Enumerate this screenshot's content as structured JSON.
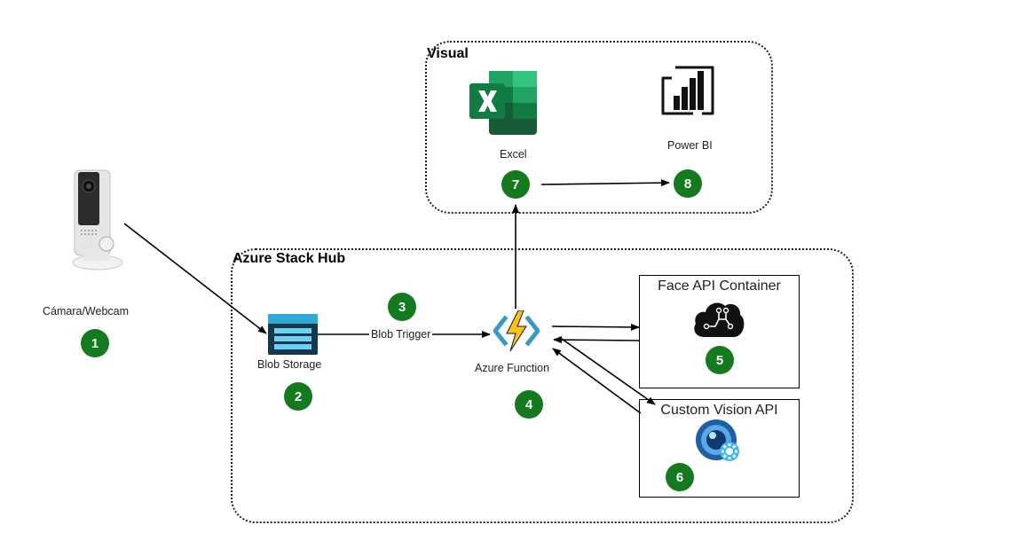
{
  "groups": {
    "visual": {
      "title": "Visual"
    },
    "azure_stack_hub": {
      "title": "Azure Stack Hub"
    }
  },
  "components": {
    "camera": {
      "label": "Cámara/Webcam",
      "icon": "webcam-icon",
      "step": "1"
    },
    "blob_storage": {
      "label": "Blob Storage",
      "icon": "blob-storage-icon",
      "step": "2"
    },
    "blob_trigger": {
      "label": "Blob Trigger",
      "step": "3"
    },
    "azure_function": {
      "label": "Azure Function",
      "icon": "azure-function-icon",
      "step": "4"
    },
    "face_api": {
      "title": "Face API Container",
      "icon": "cognitive-services-icon",
      "step": "5"
    },
    "custom_vision": {
      "title": "Custom Vision API",
      "icon": "custom-vision-icon",
      "step": "6"
    },
    "excel": {
      "label": "Excel",
      "icon": "excel-icon",
      "step": "7"
    },
    "power_bi": {
      "label": "Power BI",
      "icon": "power-bi-icon",
      "step": "8"
    }
  },
  "colors": {
    "badge": "#137a1d",
    "excel_green": "#107c41",
    "azure_blue": "#0078d4",
    "function_yellow": "#f9c21a"
  }
}
